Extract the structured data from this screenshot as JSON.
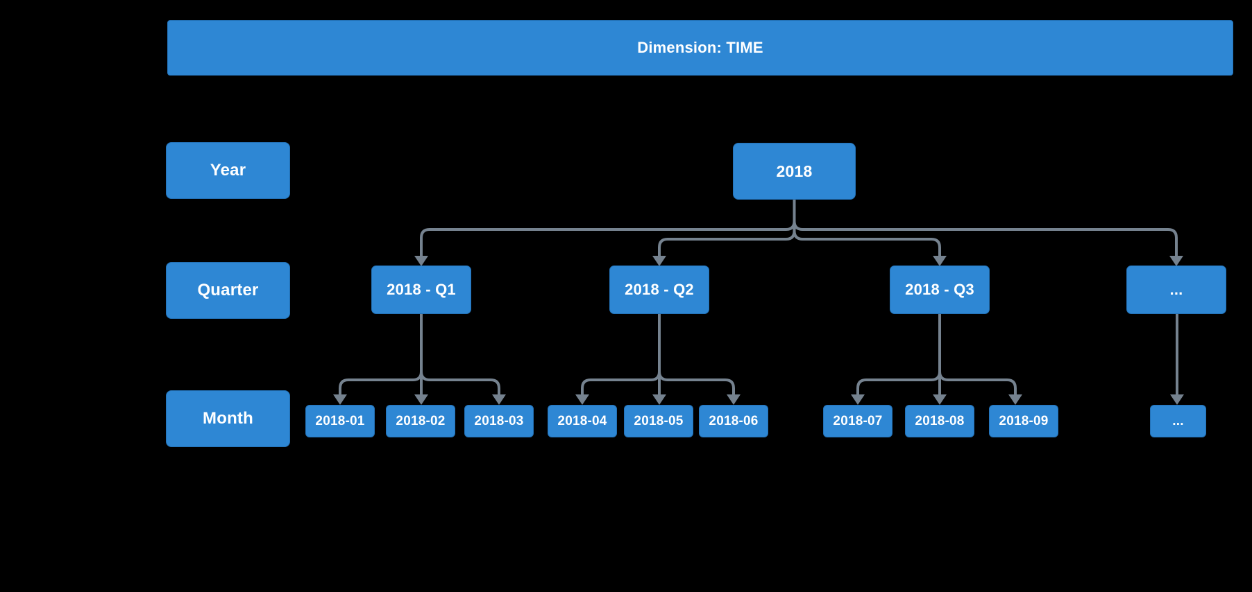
{
  "diagram": {
    "title": "Dimension: TIME",
    "colors": {
      "node_fill": "#2E87D4",
      "node_text": "#FFFFFF",
      "connector": "#75828F",
      "background": "#000000"
    },
    "levels": [
      {
        "label": "Year"
      },
      {
        "label": "Quarter"
      },
      {
        "label": "Month"
      }
    ],
    "nodes": {
      "year": [
        {
          "label": "2018"
        }
      ],
      "quarter": [
        {
          "label": "2018 - Q1"
        },
        {
          "label": "2018 - Q2"
        },
        {
          "label": "2018 - Q3"
        },
        {
          "label": "..."
        }
      ],
      "month": [
        {
          "label": "2018-01"
        },
        {
          "label": "2018-02"
        },
        {
          "label": "2018-03"
        },
        {
          "label": "2018-04"
        },
        {
          "label": "2018-05"
        },
        {
          "label": "2018-06"
        },
        {
          "label": "2018-07"
        },
        {
          "label": "2018-08"
        },
        {
          "label": "2018-09"
        },
        {
          "label": "..."
        }
      ]
    },
    "hierarchy": [
      {
        "parent": "2018",
        "children": [
          "2018 - Q1",
          "2018 - Q2",
          "2018 - Q3",
          "..."
        ]
      },
      {
        "parent": "2018 - Q1",
        "children": [
          "2018-01",
          "2018-02",
          "2018-03"
        ]
      },
      {
        "parent": "2018 - Q2",
        "children": [
          "2018-04",
          "2018-05",
          "2018-06"
        ]
      },
      {
        "parent": "2018 - Q3",
        "children": [
          "2018-07",
          "2018-08",
          "2018-09"
        ]
      },
      {
        "parent": "...",
        "children": [
          "..."
        ]
      }
    ]
  }
}
